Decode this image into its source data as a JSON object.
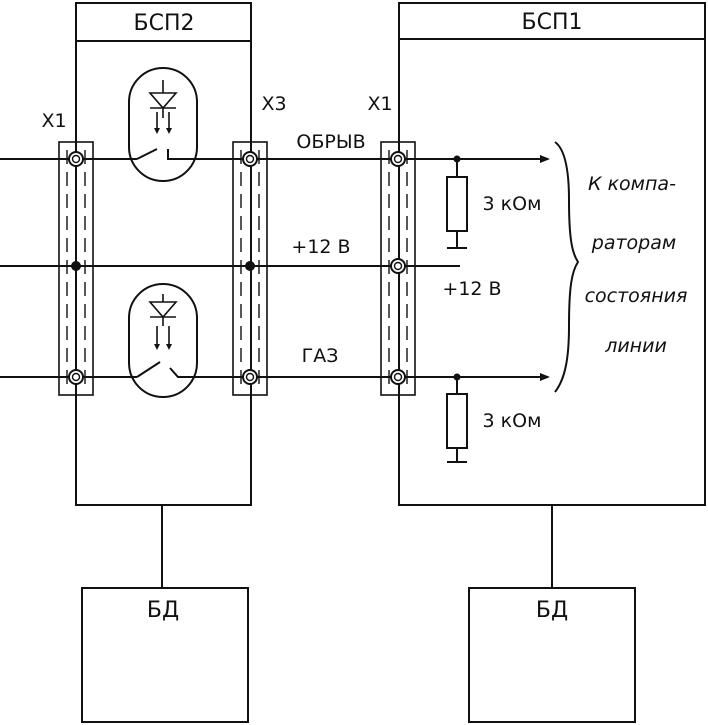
{
  "blocks": {
    "bsp2": "БСП2",
    "bsp1": "БСП1",
    "bd_left": "БД",
    "bd_right": "БД"
  },
  "connectors": {
    "bsp2_in": "X1",
    "bsp2_out": "X3",
    "bsp1_in": "X1"
  },
  "signals": {
    "break": "ОБРЫВ",
    "power_line": "+12  В",
    "power_inside": "+12  В",
    "gas": "ГАЗ"
  },
  "resistors": {
    "r_top": "3  кОм",
    "r_bottom": "3  кОм"
  },
  "comparator_note": [
    "К  компа-",
    "раторам",
    "состояния",
    "линии"
  ]
}
